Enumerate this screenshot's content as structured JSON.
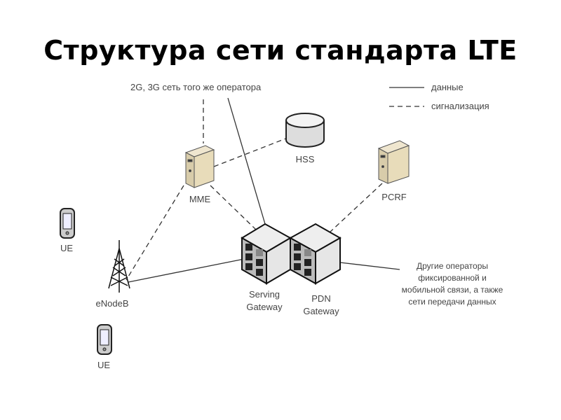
{
  "title": "Структура сети стандарта LTE",
  "legend": {
    "data": "данные",
    "signaling": "сигнализация"
  },
  "nodes": {
    "legacy": "2G, 3G сеть того же оператора",
    "mme": "MME",
    "hss": "HSS",
    "pcrf": "PCRF",
    "ue1": "UE",
    "ue2": "UE",
    "enodeb": "eNodeB",
    "sgw": [
      "Serving",
      "Gateway"
    ],
    "pgw": [
      "PDN",
      "Gateway"
    ],
    "other": [
      "Другие операторы",
      "фиксированной и",
      "мобильной связи, а также",
      "сети передачи данных"
    ]
  }
}
